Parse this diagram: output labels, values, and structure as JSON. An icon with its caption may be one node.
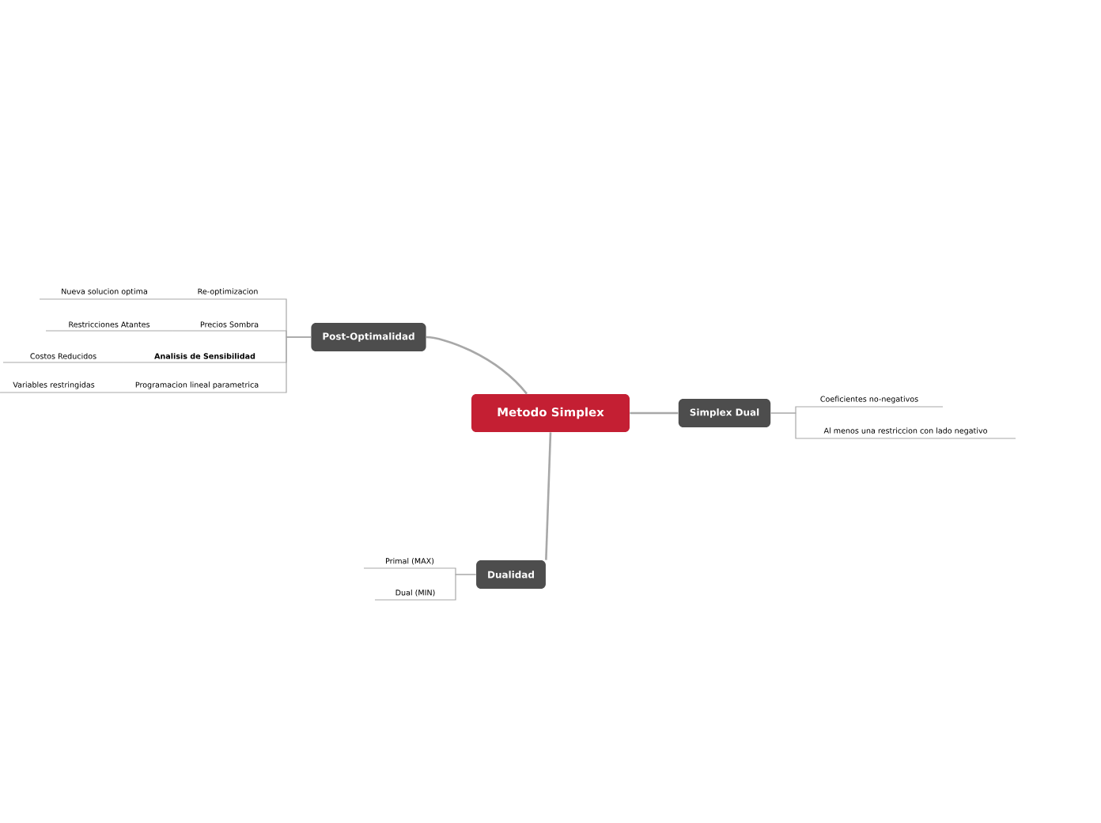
{
  "diagram": {
    "nodes": [
      {
        "text": [
          "Metodo Simplex"
        ]
      },
      {
        "text": [
          "Post-Optimalidad"
        ]
      },
      {
        "text": [
          "Re-optimizacion"
        ]
      },
      {
        "text": [
          "Nueva solucion optima"
        ]
      },
      {
        "text": [
          "Precios Sombra"
        ]
      },
      {
        "text": [
          "Restricciones Atantes"
        ]
      },
      {
        "text": [
          "Analisis de Sensibilidad"
        ]
      },
      {
        "text": [
          "Costos Reducidos"
        ]
      },
      {
        "text": [
          "Programacion lineal parametrica"
        ]
      },
      {
        "text": [
          "Variables restringidas"
        ]
      },
      {
        "text": [
          "Simplex Dual"
        ]
      },
      {
        "text": [
          "Coeficientes no-negativos"
        ]
      },
      {
        "text": [
          "Al menos una restriccion con lado negativo"
        ]
      },
      {
        "text": [
          "Dualidad"
        ]
      },
      {
        "text": [
          "Primal (MAX)"
        ]
      },
      {
        "text": [
          "Dual (MIN)"
        ]
      }
    ],
    "edges": [
      {
        "from": 0,
        "to": 1,
        "arrow": "none"
      },
      {
        "from": 0,
        "to": 10,
        "arrow": "none"
      },
      {
        "from": 0,
        "to": 13,
        "arrow": "none"
      },
      {
        "from": 1,
        "to": 2,
        "arrow": "none"
      },
      {
        "from": 1,
        "to": 4,
        "arrow": "none"
      },
      {
        "from": 1,
        "to": 6,
        "arrow": "none"
      },
      {
        "from": 1,
        "to": 8,
        "arrow": "none"
      },
      {
        "from": 2,
        "to": 3,
        "arrow": "none"
      },
      {
        "from": 4,
        "to": 5,
        "arrow": "none"
      },
      {
        "from": 6,
        "to": 7,
        "arrow": "none"
      },
      {
        "from": 8,
        "to": 9,
        "arrow": "none"
      },
      {
        "from": 10,
        "to": 11,
        "arrow": "none"
      },
      {
        "from": 10,
        "to": 12,
        "arrow": "none"
      },
      {
        "from": 13,
        "to": 14,
        "arrow": "none"
      },
      {
        "from": 13,
        "to": 15,
        "arrow": "none"
      }
    ]
  }
}
